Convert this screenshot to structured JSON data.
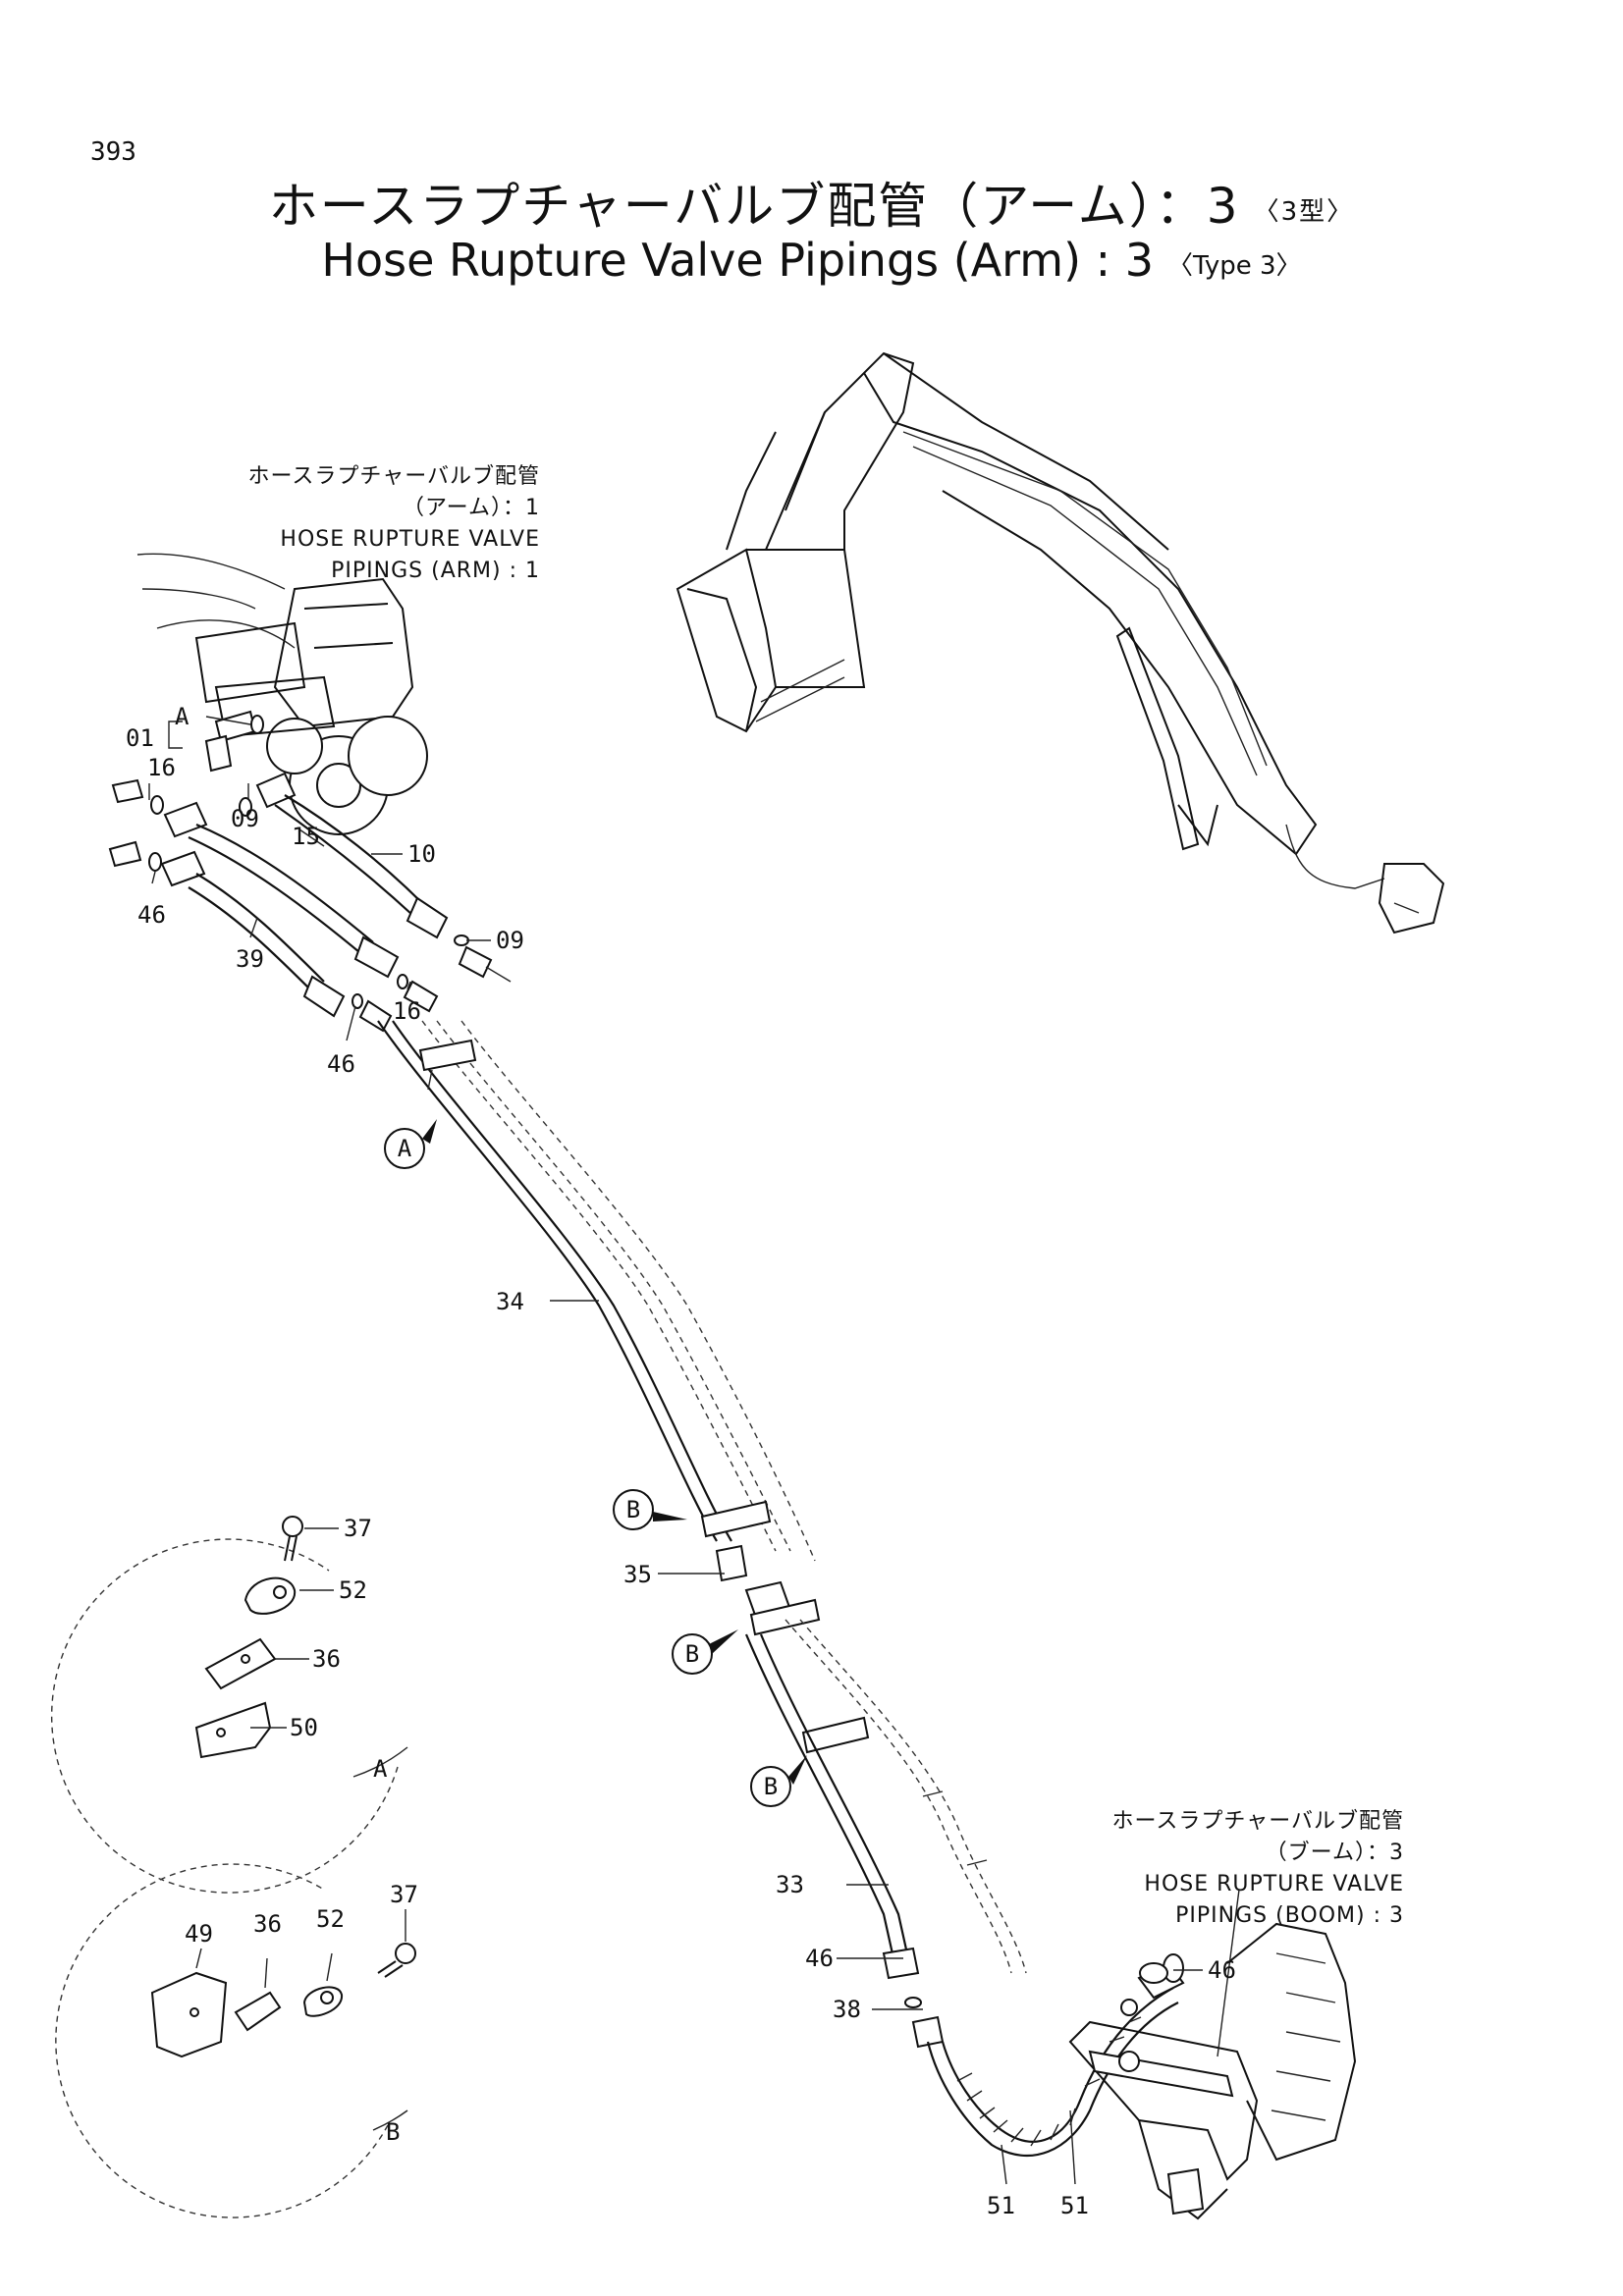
{
  "page_number": "393",
  "title": {
    "jp": "ホースラプチャーバルブ配管（アーム）：3",
    "jp_suffix": "〈3型〉",
    "en": "Hose Rupture Valve Pipings (Arm) : 3",
    "en_suffix": "〈Type 3〉"
  },
  "references": {
    "arm1": {
      "jp_line1": "ホースラプチャーバルブ配管",
      "jp_line2": "（アーム）：1",
      "en_line1": "HOSE RUPTURE VALVE",
      "en_line2": "PIPINGS (ARM) : 1"
    },
    "boom3": {
      "jp_line1": "ホースラプチャーバルブ配管",
      "jp_line2": "（ブーム）：3",
      "en_line1": "HOSE RUPTURE VALVE",
      "en_line2": "PIPINGS (BOOM) : 3"
    }
  },
  "part_labels": {
    "p01": "01",
    "pA_top": "A",
    "p16a": "16",
    "p09a": "09",
    "p10": "10",
    "p15": "15",
    "p09b": "09",
    "p46a": "46",
    "p39": "39",
    "p16b": "16",
    "p46b": "46",
    "p34": "34",
    "p35": "35",
    "p33": "33",
    "p46c": "46",
    "p38": "38",
    "p46d": "46",
    "p51a": "51",
    "p51b": "51"
  },
  "callouts": {
    "a": "A",
    "b1": "B",
    "b2": "B",
    "b3": "B"
  },
  "detail_a": {
    "caption": "A",
    "labels": {
      "p37": "37",
      "p52": "52",
      "p36": "36",
      "p50": "50"
    }
  },
  "detail_b": {
    "caption": "B",
    "labels": {
      "p49": "49",
      "p36": "36",
      "p52": "52",
      "p37": "37"
    }
  }
}
